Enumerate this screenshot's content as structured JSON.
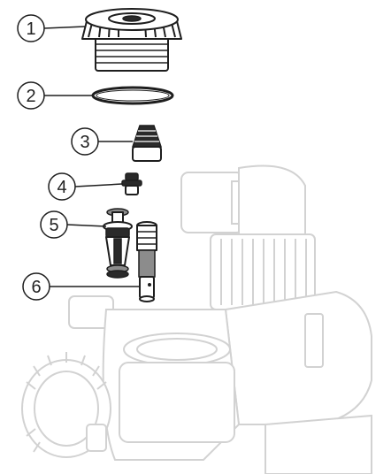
{
  "callouts": [
    {
      "label": "1",
      "part": "cap"
    },
    {
      "label": "2",
      "part": "o-ring"
    },
    {
      "label": "3",
      "part": "cone"
    },
    {
      "label": "4",
      "part": "small-valve"
    },
    {
      "label": "5",
      "part": "cage"
    },
    {
      "label": "6",
      "part": "injector"
    }
  ],
  "colors": {
    "ink": "#1e1e1e",
    "ghost_outline": "#d2d2d2",
    "dark_part": "#2a2a2a",
    "gray_part": "#8c8c8c"
  }
}
